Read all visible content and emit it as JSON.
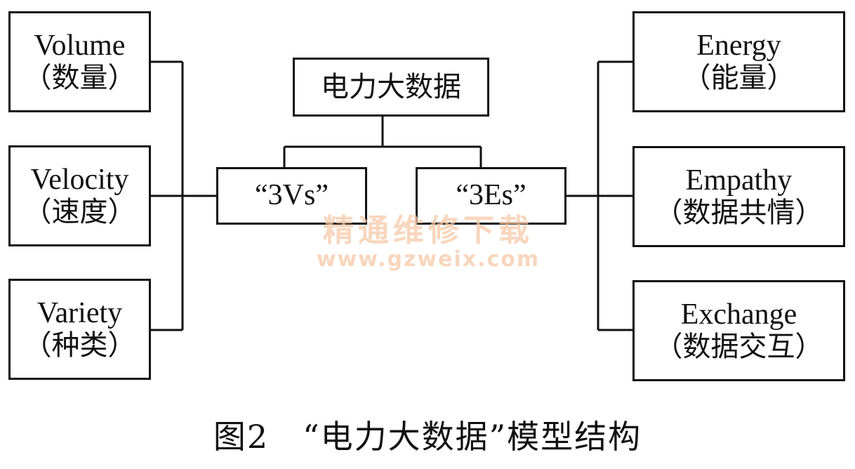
{
  "root": {
    "label": "电力大数据"
  },
  "groups": [
    {
      "label": "“3Vs”"
    },
    {
      "label": "“3Es”"
    }
  ],
  "left_items": [
    {
      "en": "Volume",
      "zh": "（数量）"
    },
    {
      "en": "Velocity",
      "zh": "（速度）"
    },
    {
      "en": "Variety",
      "zh": "（种类）"
    }
  ],
  "right_items": [
    {
      "en": "Energy",
      "zh": "（能量）"
    },
    {
      "en": "Empathy",
      "zh": "（数据共情）"
    },
    {
      "en": "Exchange",
      "zh": "（数据交互）"
    }
  ],
  "watermark": {
    "line1": "精通维修下载",
    "line2": "www.gzweix.com"
  },
  "caption": "图2　“电力大数据”模型结构"
}
